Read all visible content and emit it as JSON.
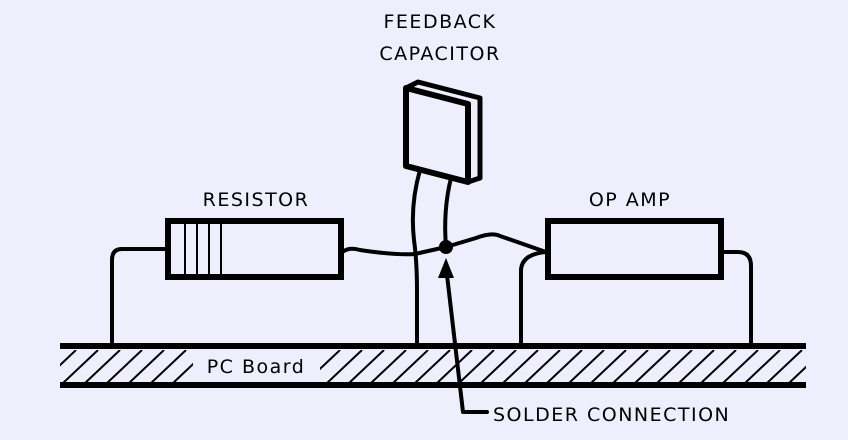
{
  "figure": {
    "title": "Feedback capacitor solder connection on PC board",
    "labels": {
      "feedback_capacitor_line1": "FEEDBACK",
      "feedback_capacitor_line2": "CAPACITOR",
      "resistor": "RESISTOR",
      "op_amp": "OP AMP",
      "pc_board": "PC Board",
      "solder_connection": "SOLDER CONNECTION"
    },
    "components": [
      {
        "id": "resistor",
        "type": "resistor",
        "color_bands": 3
      },
      {
        "id": "op-amp",
        "type": "op-amp"
      },
      {
        "id": "feedback-capacitor",
        "type": "capacitor"
      },
      {
        "id": "solder-node",
        "type": "junction"
      }
    ],
    "colors": {
      "background": "#eeeefc",
      "ink": "#000000"
    }
  }
}
